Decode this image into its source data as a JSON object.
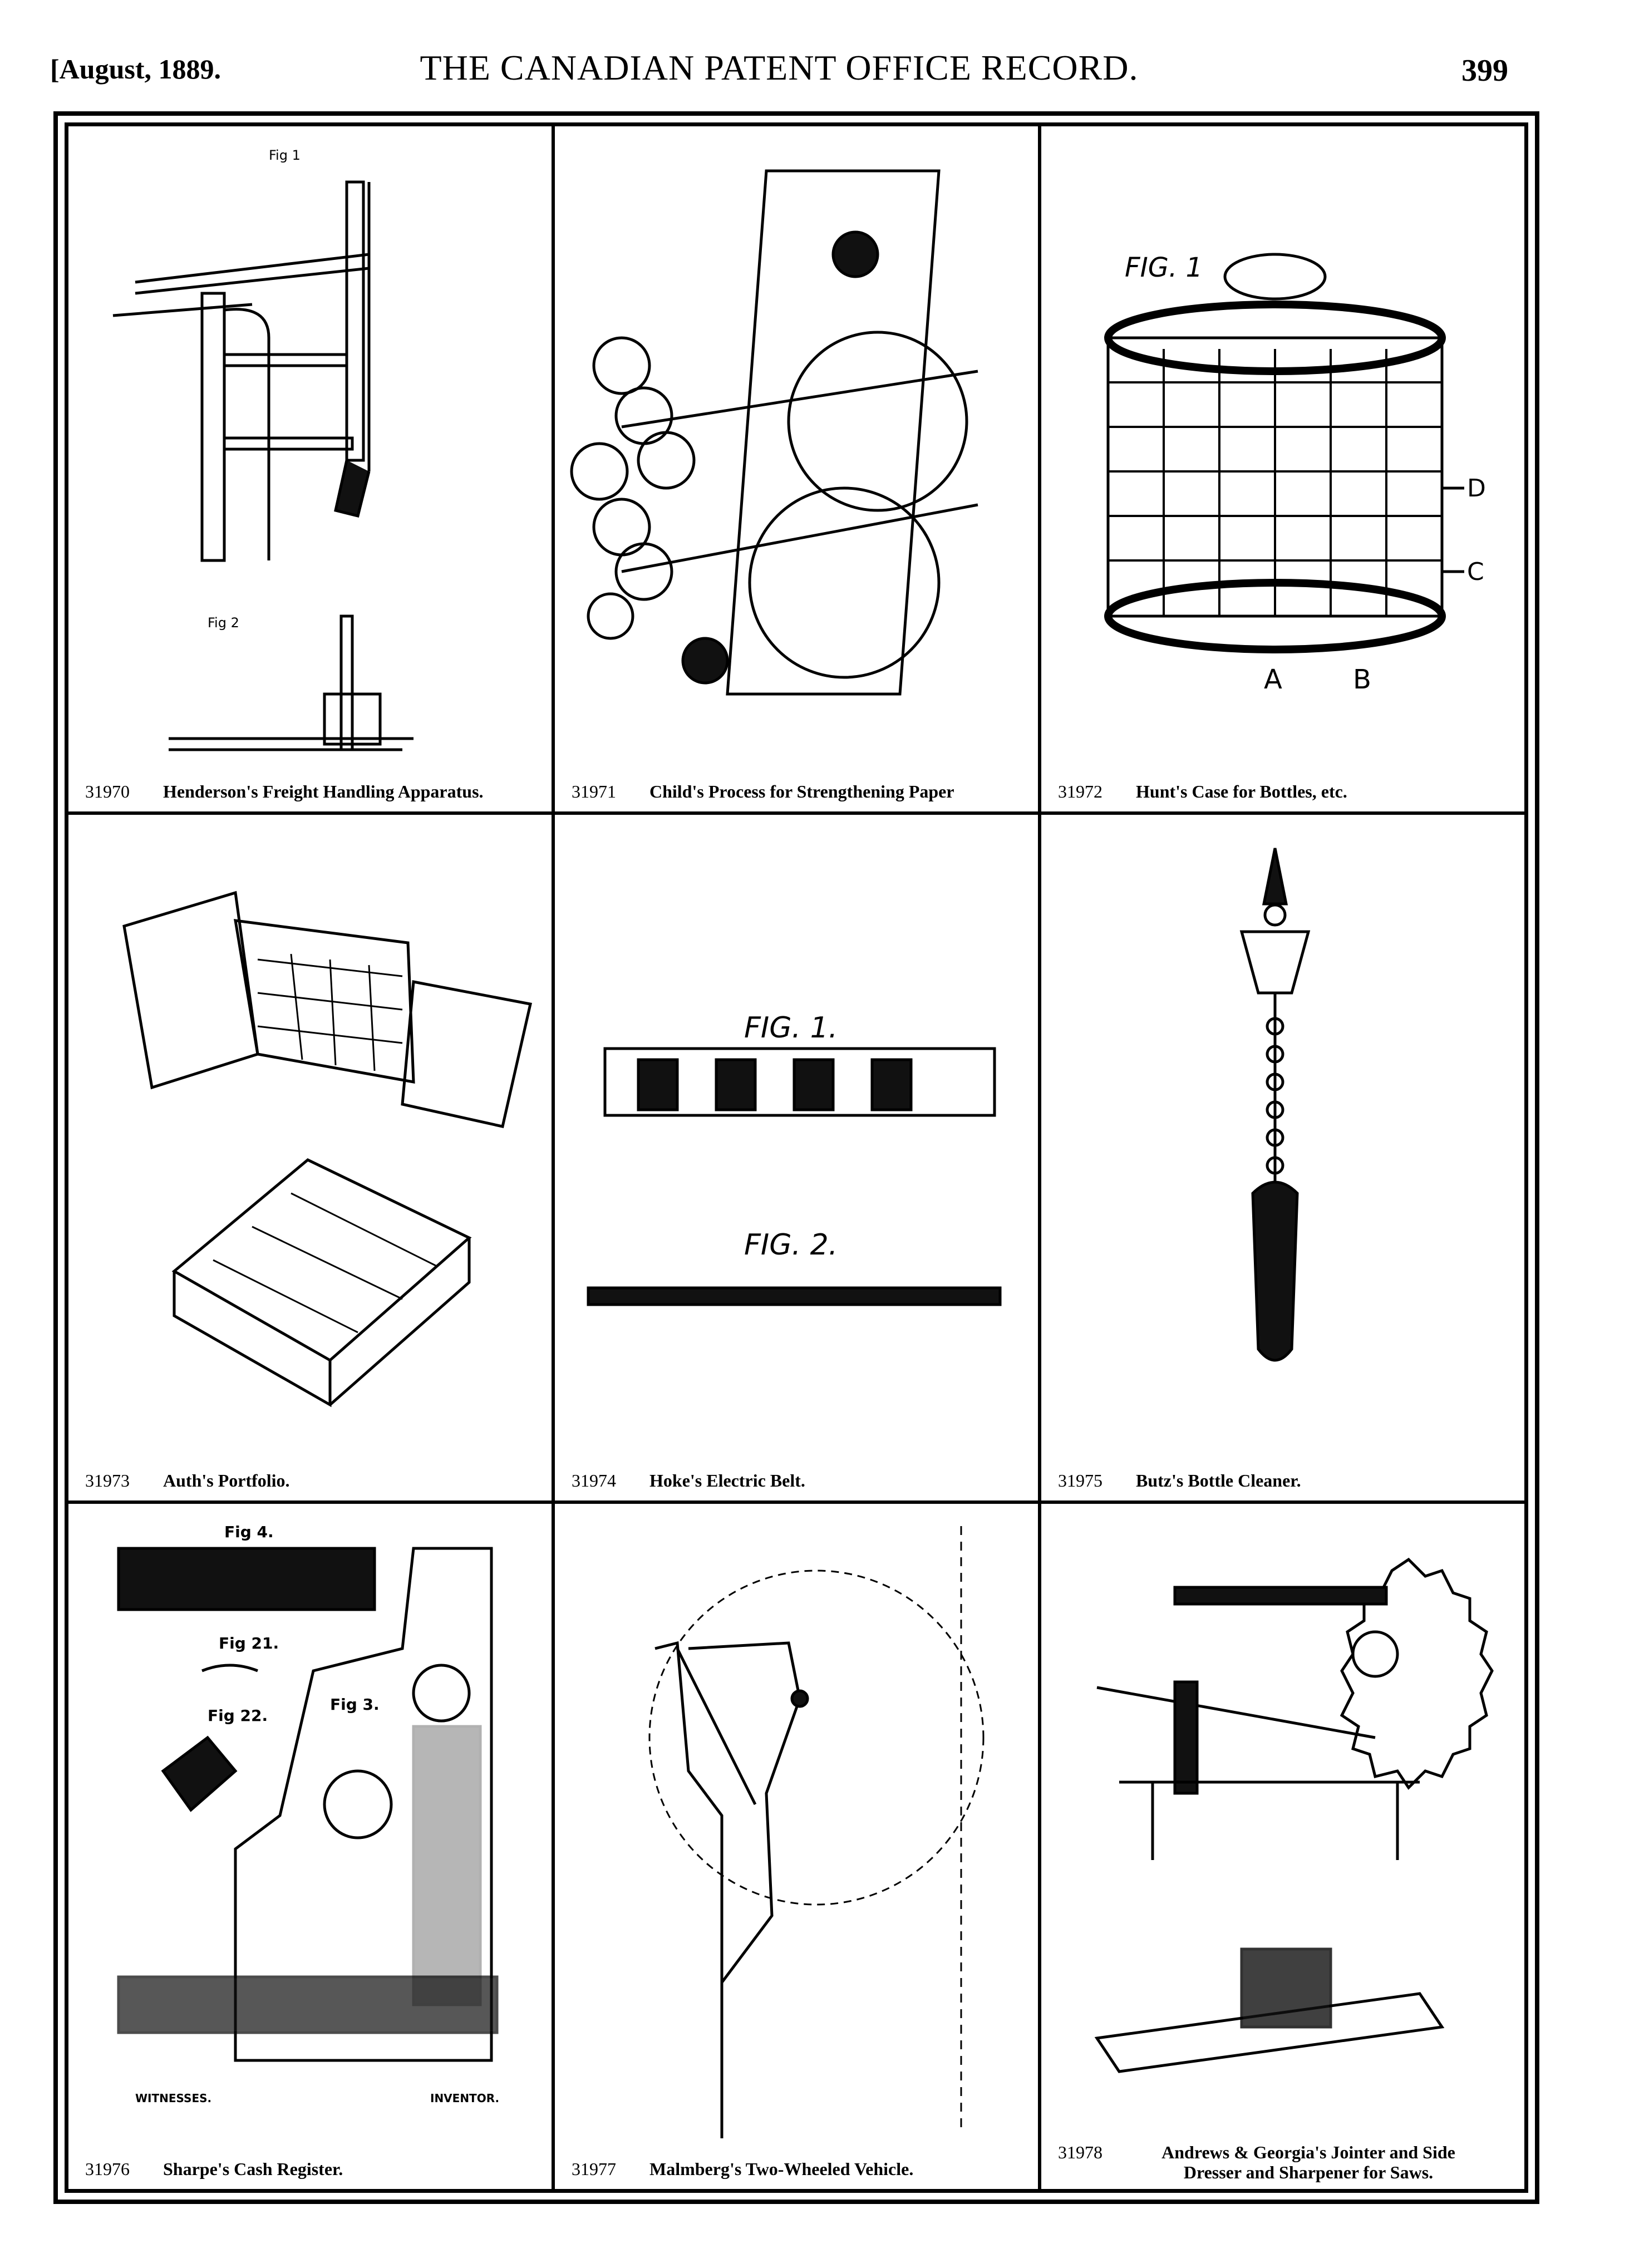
{
  "header": {
    "date": "[August, 1889.",
    "title": "THE CANADIAN PATENT OFFICE RECORD.",
    "page": "399"
  },
  "figures": [
    {
      "number": "31970",
      "title": "Henderson's Freight Handling Apparatus.",
      "labels": [
        "Fig 1",
        "Fig 2"
      ]
    },
    {
      "number": "31971",
      "title": "Child's Process for Strengthening Paper",
      "labels": []
    },
    {
      "number": "31972",
      "title": "Hunt's Case for Bottles, etc.",
      "labels": [
        "FIG. 1",
        "D",
        "C",
        "A",
        "B"
      ]
    },
    {
      "number": "31973",
      "title": "Auth's Portfolio.",
      "labels": []
    },
    {
      "number": "31974",
      "title": "Hoke's Electric Belt.",
      "labels": [
        "FIG. 1.",
        "FIG. 2."
      ]
    },
    {
      "number": "31975",
      "title": "Butz's Bottle Cleaner.",
      "labels": []
    },
    {
      "number": "31976",
      "title": "Sharpe's Cash Register.",
      "labels": [
        "Fig 4.",
        "Fig 21.",
        "Fig 22.",
        "Fig 3.",
        "WITNESSES.",
        "INVENTOR."
      ]
    },
    {
      "number": "31977",
      "title": "Malmberg's Two-Wheeled Vehicle.",
      "labels": []
    },
    {
      "number": "31978",
      "title": "Andrews & Georgia's Jointer and Side Dresser and Sharpener for Saws.",
      "labels": []
    }
  ]
}
